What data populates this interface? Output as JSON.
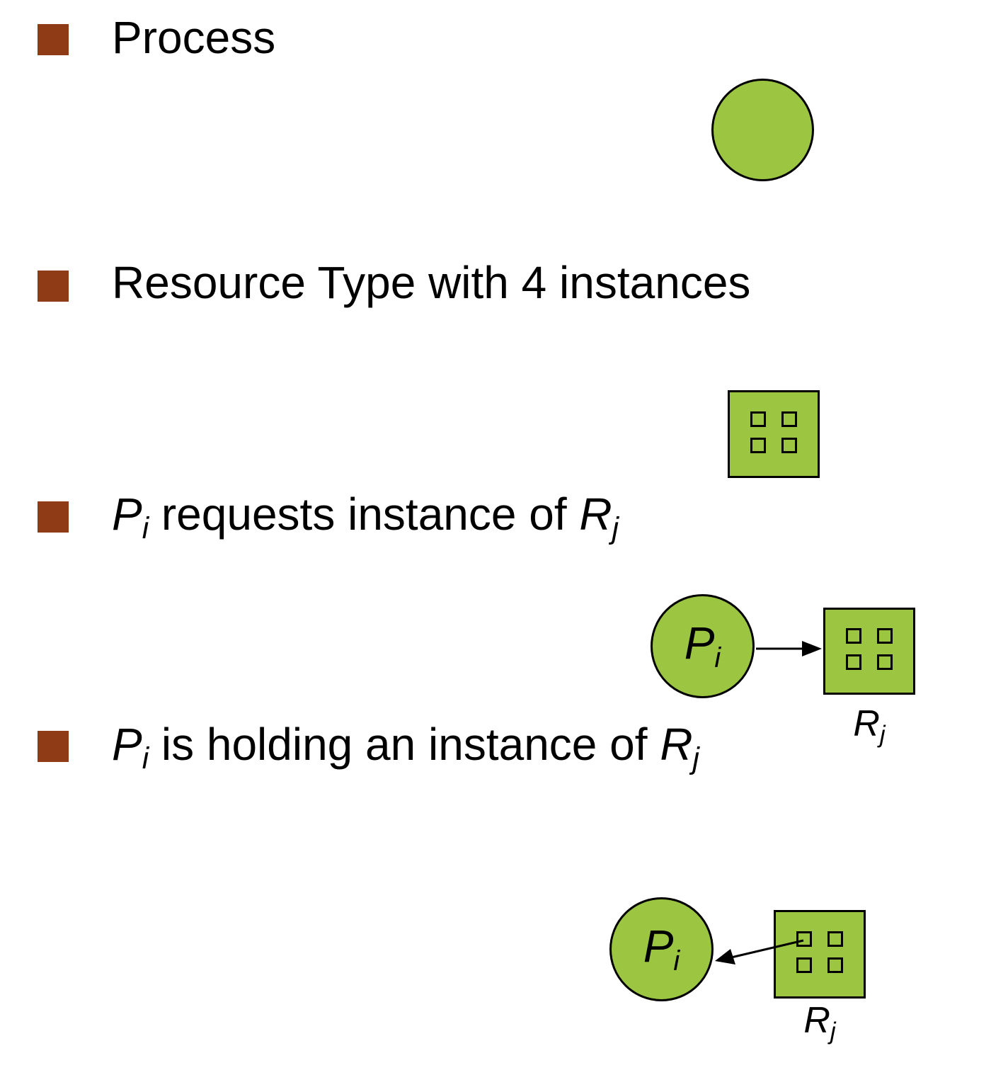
{
  "colors": {
    "bullet": "#8E3B16",
    "shape_fill": "#9CC542",
    "shape_stroke": "#000000",
    "text": "#000000"
  },
  "bullets": {
    "process": {
      "label": "Process"
    },
    "resource": {
      "label": "Resource Type with 4 instances"
    },
    "requests": {
      "p_main": "P",
      "p_sub": "i",
      "middle": " requests instance of ",
      "r_main": "R",
      "r_sub": "j"
    },
    "holding": {
      "p_main": "P",
      "p_sub": "i",
      "middle": " is holding an instance of ",
      "r_main": "R",
      "r_sub": "j"
    }
  },
  "diagram": {
    "process_node": {
      "label_main": "P",
      "label_sub": "i"
    },
    "resource_node": {
      "label_main": "R",
      "label_sub": "j"
    },
    "resource_instances": 4
  }
}
